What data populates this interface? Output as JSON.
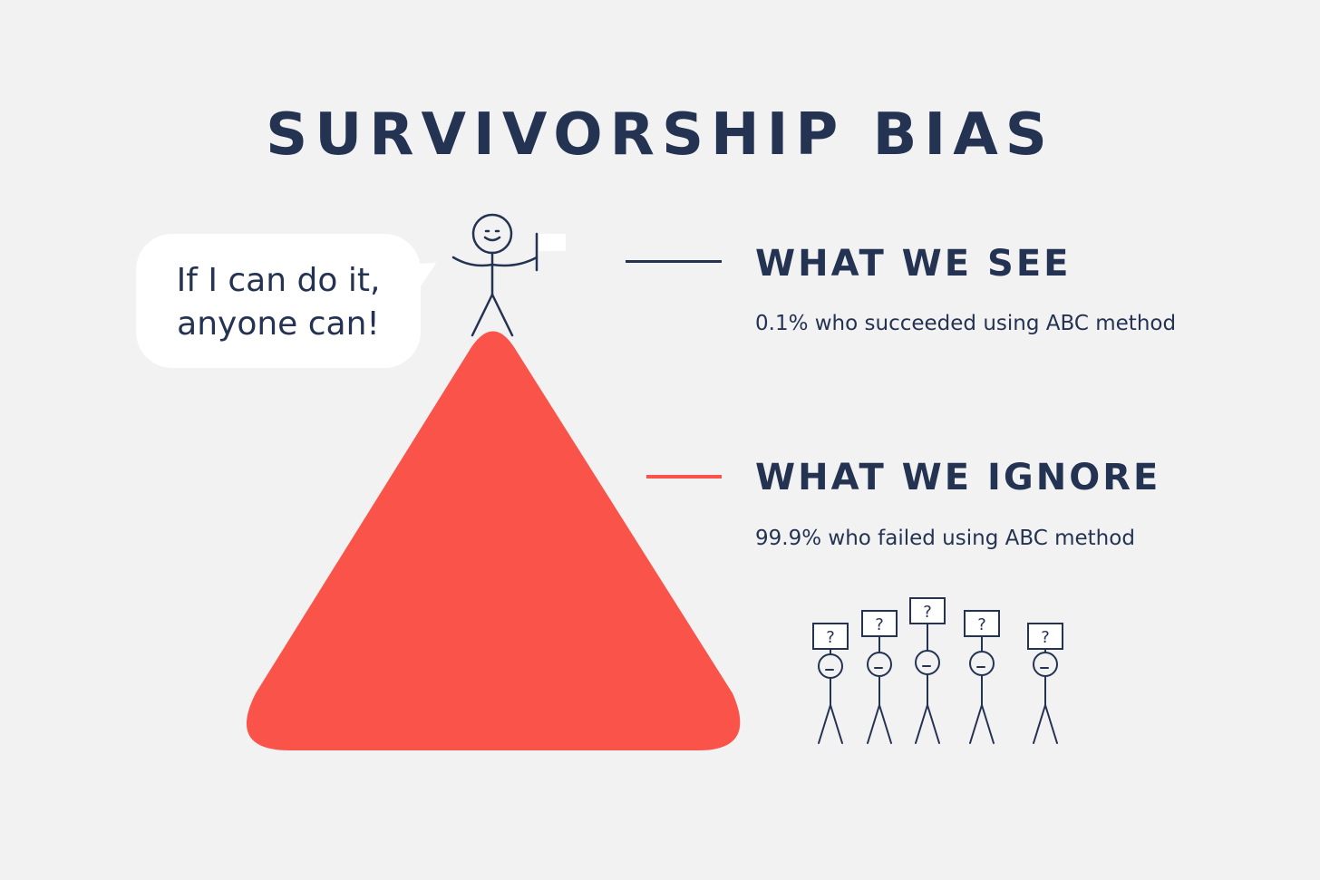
{
  "title": "SURVIVORSHIP BIAS",
  "speech_bubble": {
    "line1": "If I can do it,",
    "line2": "anyone can!"
  },
  "sections": [
    {
      "heading": "WHAT WE SEE",
      "description": "0.1% who succeeded using ABC method",
      "line_color": "#243352"
    },
    {
      "heading": "WHAT WE IGNORE",
      "description": "99.9% who failed using ABC method",
      "line_color": "#fa5349"
    }
  ],
  "crowd_sign_text": "?",
  "colors": {
    "background": "#f2f2f3",
    "text": "#243352",
    "pyramid": "#fa5349",
    "bubble": "#ffffff"
  }
}
